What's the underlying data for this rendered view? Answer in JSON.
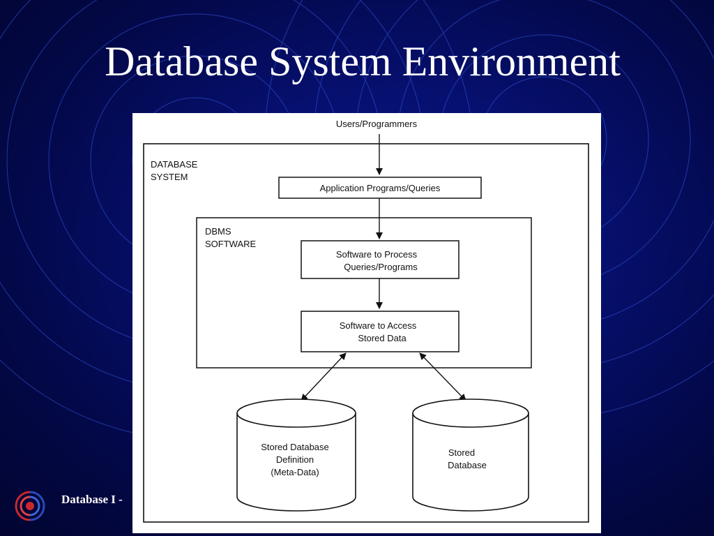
{
  "slide": {
    "title": "Database System Environment",
    "footer": "Database I -"
  },
  "diagram": {
    "top_label": "Users/Programmers",
    "database_system_label": [
      "DATABASE",
      "SYSTEM"
    ],
    "application_box": "Application Programs/Queries",
    "dbms_label": [
      "DBMS",
      "SOFTWARE"
    ],
    "process_box": [
      "Software to Process",
      "Queries/Programs"
    ],
    "access_box": [
      "Software to Access",
      "Stored Data"
    ],
    "meta_store": [
      "Stored Database",
      "Definition",
      "(Meta-Data)"
    ],
    "data_store": [
      "Stored",
      "Database"
    ]
  },
  "colors": {
    "background": "#061070",
    "title": "#ffffff",
    "figure_bg": "#ffffff",
    "ink": "#111111"
  },
  "icons": {
    "footer_logo": "university-emblem-icon"
  }
}
